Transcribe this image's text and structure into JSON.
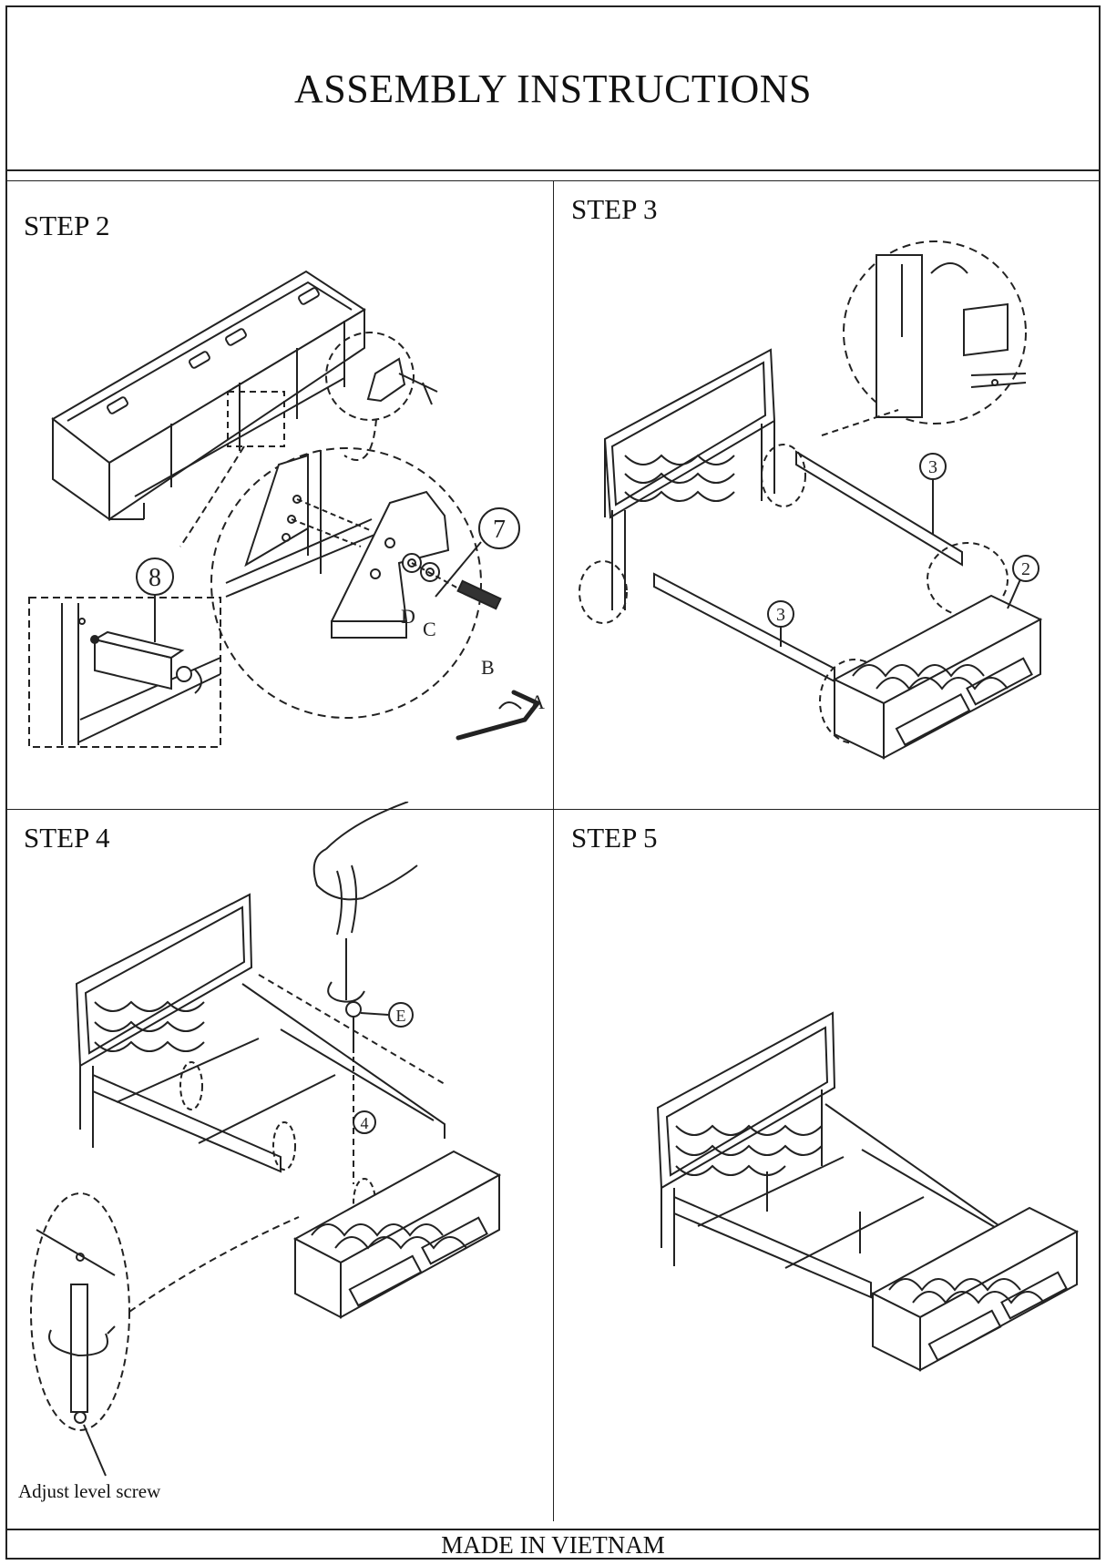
{
  "header": {
    "title": "ASSEMBLY INSTRUCTIONS"
  },
  "steps": [
    {
      "label": "STEP  2"
    },
    {
      "label": "STEP  3"
    },
    {
      "label": "STEP  4"
    },
    {
      "label": "STEP  5"
    }
  ],
  "step2": {
    "callouts": {
      "part7": "7",
      "part8": "8",
      "a": "A",
      "b": "B",
      "c": "C",
      "d": "D"
    }
  },
  "step3": {
    "callouts": {
      "rail_left": "3",
      "rail_right": "3",
      "footboard": "2"
    }
  },
  "step4": {
    "callouts": {
      "screw": "E",
      "slat": "4"
    },
    "caption": "Adjust level screw"
  },
  "footer": {
    "text": "MADE IN VIETNAM"
  }
}
